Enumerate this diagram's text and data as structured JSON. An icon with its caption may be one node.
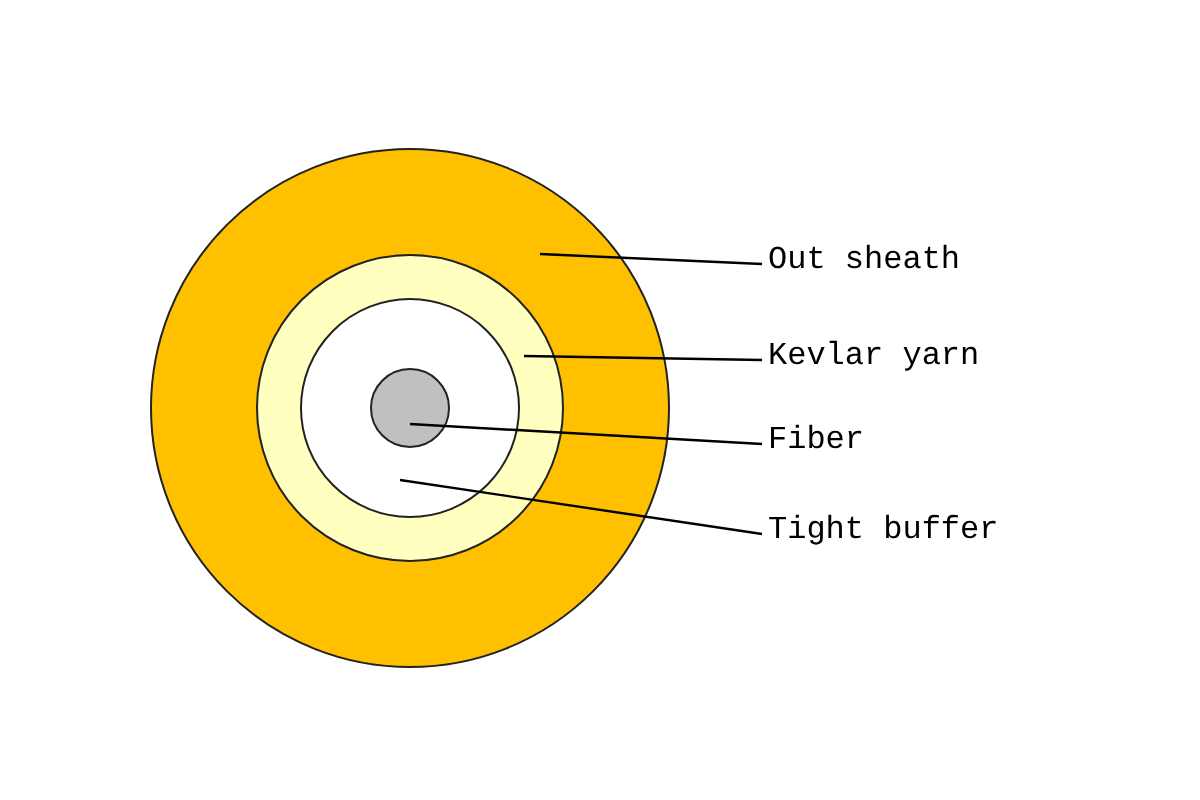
{
  "diagram": {
    "nodes": [
      {
        "text": [],
        "shape": "circle"
      },
      {
        "text": [],
        "shape": "circle",
        "in": 0
      },
      {
        "text": [],
        "shape": "circle",
        "in": 1
      },
      {
        "text": [],
        "shape": "circle",
        "in": 2
      },
      {
        "text": [
          "Out sheath"
        ]
      },
      {
        "text": [
          "Kevlar yarn"
        ]
      },
      {
        "text": [
          "Fiber"
        ]
      },
      {
        "text": [
          "Tight buffer"
        ]
      }
    ],
    "edges": [
      {
        "from": 4,
        "to": 0,
        "arrow": "none"
      },
      {
        "from": 5,
        "to": 1,
        "arrow": "none"
      },
      {
        "from": 6,
        "to": 3,
        "arrow": "none"
      },
      {
        "from": 7,
        "to": 2,
        "arrow": "none"
      }
    ]
  }
}
